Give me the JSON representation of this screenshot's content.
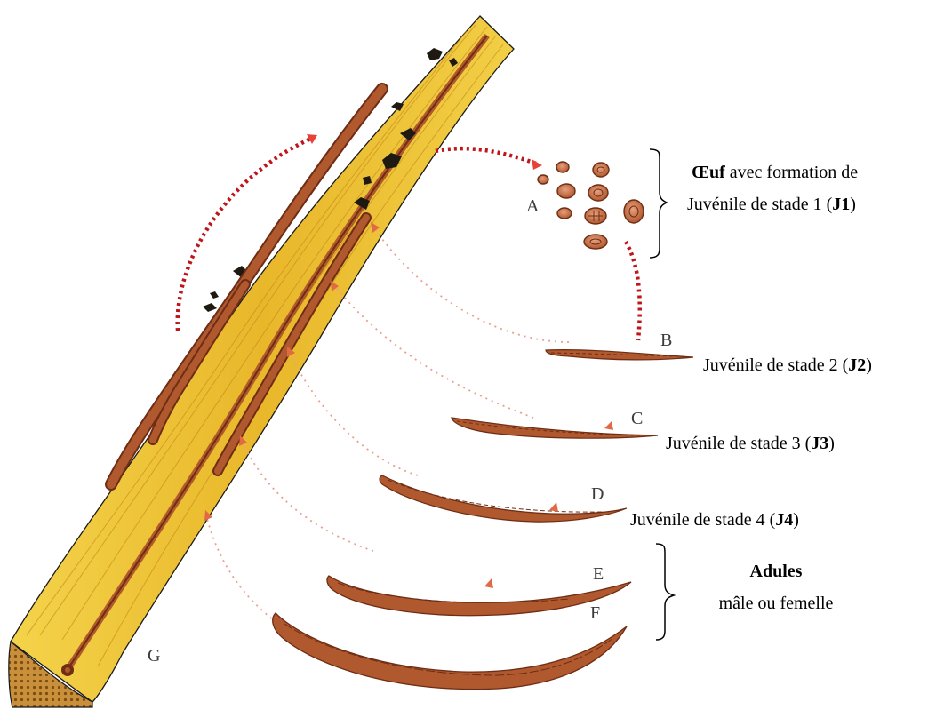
{
  "stages": {
    "a": "A",
    "b": "B",
    "c": "C",
    "d": "D",
    "e": "E",
    "f": "F",
    "g": "G"
  },
  "captions": {
    "egg": {
      "bold_word": "Œuf",
      "line1_rest": " avec formation de",
      "line2_pre": "Juvénile de stade 1 (",
      "line2_bold": "J1",
      "line2_post": ")"
    },
    "j2": {
      "pre": "Juvénile de stade 2 (",
      "bold": "J2",
      "post": ")"
    },
    "j3": {
      "pre": "Juvénile de stade 3 (",
      "bold": "J3",
      "post": ")"
    },
    "j4": {
      "pre": "Juvénile de stade 4 (",
      "bold": "J4",
      "post": ")"
    },
    "adults": {
      "title": "Adules",
      "subtitle": "mâle ou femelle"
    }
  },
  "colors": {
    "root": "#e9c235",
    "root_stripe": "#c8901c",
    "nematode": "#b0582e",
    "nematode_dark": "#6e2d14",
    "cycle_dash": "#c0141a",
    "path_dash": "#e8a090",
    "necrosis": "#1e1a12"
  }
}
